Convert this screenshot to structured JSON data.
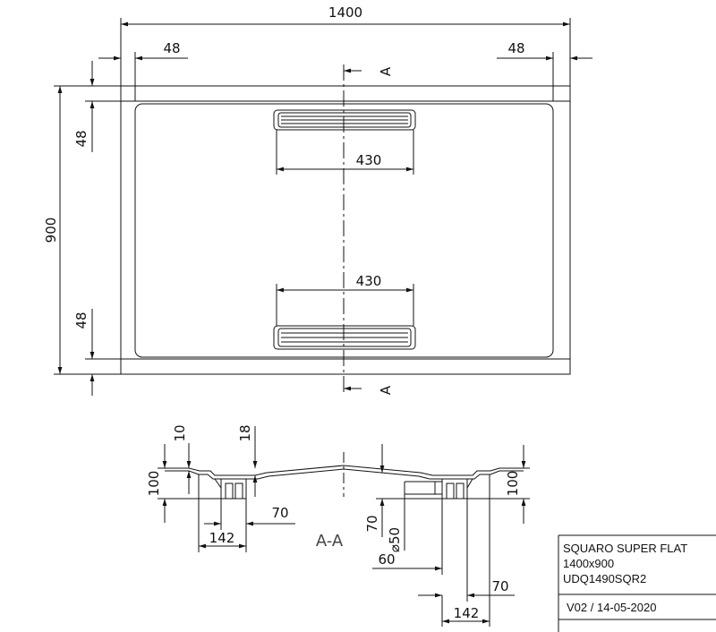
{
  "drawing": {
    "top_view": {
      "overall_width": "1400",
      "overall_depth": "900",
      "rim_left": "48",
      "rim_right": "48",
      "rim_top": "48",
      "rim_bottom": "48",
      "foot_width_top": "430",
      "foot_width_bottom": "430",
      "section_mark_top": "A",
      "section_mark_bottom": "A"
    },
    "section_view": {
      "label": "A-A",
      "height_left": "100",
      "height_right": "100",
      "rim_10": "10",
      "rim_18": "18",
      "dim_70_left": "70",
      "dim_142_left": "142",
      "dim_70_vertical": "70",
      "dim_diameter_50": "⌀50",
      "dim_60": "60",
      "dim_70_right": "70",
      "dim_142_right": "142"
    }
  },
  "title_block": {
    "name": "SQUARO SUPER FLAT",
    "size": "1400x900",
    "code": "UDQ1490SQR2",
    "version": "V02 / 14-05-2020"
  }
}
